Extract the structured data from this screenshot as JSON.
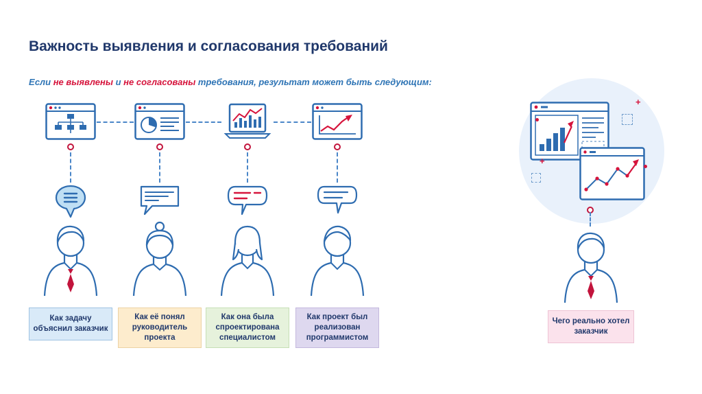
{
  "colors": {
    "primary_blue": "#2e6cb0",
    "dark_navy": "#20386b",
    "subtitle_blue": "#2e74b5",
    "accent_red": "#d6143c",
    "circle_bg": "#e9f1fb",
    "bubble_fill": "#bfdff4"
  },
  "header": {
    "title": "Важность выявления и согласования требований",
    "subtitle_segments": [
      {
        "text": "Если ",
        "emphasis": false
      },
      {
        "text": "не выявлены",
        "emphasis": true
      },
      {
        "text": " и ",
        "emphasis": false
      },
      {
        "text": "не согласованы",
        "emphasis": true
      },
      {
        "text": " требования, результат может быть следующим:",
        "emphasis": false
      }
    ]
  },
  "columns": [
    {
      "caption": "Как задачу объяснил заказчик",
      "bg": "#d9eaf8",
      "border": "#9fc3e2",
      "icon": "sitemap-window-icon",
      "bubble": "round-filled-speech-bubble",
      "person": "customer"
    },
    {
      "caption": "Как её понял руководитель проекта",
      "bg": "#fdeccd",
      "border": "#ecd2a4",
      "icon": "pie-report-window-icon",
      "bubble": "rect-speech-bubble",
      "person": "project-manager"
    },
    {
      "caption": "Как она была спроектирована специалистом",
      "bg": "#e6f2dc",
      "border": "#c6dfb5",
      "icon": "laptop-bar-chart-icon",
      "bubble": "rounded-speech-bubble-red-lines",
      "person": "specialist"
    },
    {
      "caption": "Как проект был реализован программистом",
      "bg": "#ded8ef",
      "border": "#c3b8dd",
      "icon": "line-chart-window-icon",
      "bubble": "rounded-speech-bubble",
      "person": "programmer"
    }
  ],
  "result": {
    "caption": "Чего реально хотел заказчик",
    "bg": "#fbe2ec",
    "border": "#eec3d4",
    "icon": "dashboard-charts-in-circle",
    "person": "customer"
  }
}
